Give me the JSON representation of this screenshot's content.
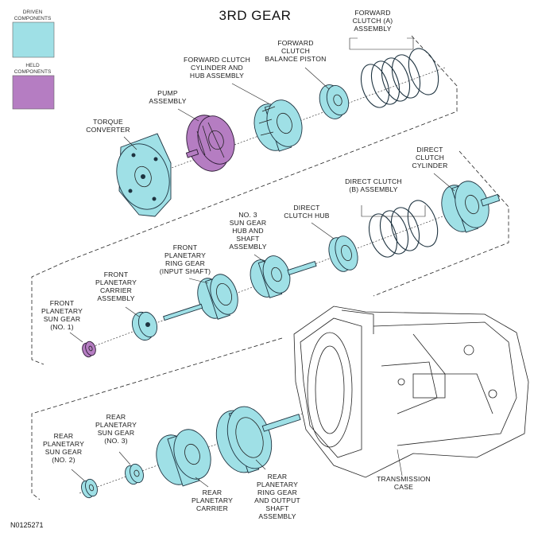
{
  "title": "3RD GEAR",
  "figure_code": "N0125271",
  "colors": {
    "driven": "#9fe0e6",
    "held": "#b57dc2",
    "ink": "#222222"
  },
  "legend": {
    "driven": [
      "DRIVEN",
      "COMPONENTS"
    ],
    "held": [
      "HELD",
      "COMPONENTS"
    ]
  },
  "labels": {
    "forward_clutch_a": [
      "FORWARD",
      "CLUTCH (A)",
      "ASSEMBLY"
    ],
    "forward_clutch_balance": [
      "FORWARD",
      "CLUTCH",
      "BALANCE PISTON"
    ],
    "forward_clutch_cylinder": [
      "FORWARD CLUTCH",
      "CYLINDER AND",
      "HUB ASSEMBLY"
    ],
    "pump": [
      "PUMP",
      "ASSEMBLY"
    ],
    "torque_converter": [
      "TORQUE",
      "CONVERTER"
    ],
    "direct_clutch_cylinder": [
      "DIRECT",
      "CLUTCH",
      "CYLINDER"
    ],
    "direct_clutch_b": [
      "DIRECT CLUTCH",
      "(B) ASSEMBLY"
    ],
    "direct_clutch_hub": [
      "DIRECT",
      "CLUTCH HUB"
    ],
    "sun_gear_3_hub": [
      "NO. 3",
      "SUN GEAR",
      "HUB AND",
      "SHAFT",
      "ASSEMBLY"
    ],
    "front_ring_gear": [
      "FRONT",
      "PLANETARY",
      "RING GEAR",
      "(INPUT SHAFT)"
    ],
    "front_carrier": [
      "FRONT",
      "PLANETARY",
      "CARRIER",
      "ASSEMBLY"
    ],
    "front_sun_gear": [
      "FRONT",
      "PLANETARY",
      "SUN GEAR",
      "(NO. 1)"
    ],
    "rear_sun_gear_3": [
      "REAR",
      "PLANETARY",
      "SUN GEAR",
      "(NO. 3)"
    ],
    "rear_sun_gear_2": [
      "REAR",
      "PLANETARY",
      "SUN GEAR",
      "(NO. 2)"
    ],
    "rear_carrier": [
      "REAR",
      "PLANETARY",
      "CARRIER"
    ],
    "rear_ring_gear": [
      "REAR",
      "PLANETARY",
      "RING GEAR",
      "AND OUTPUT",
      "SHAFT",
      "ASSEMBLY"
    ],
    "transmission_case": [
      "TRANSMISSION",
      "CASE"
    ]
  }
}
